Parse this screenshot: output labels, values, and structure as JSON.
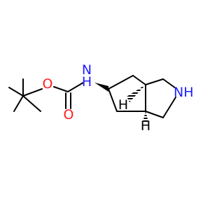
{
  "molecule": {
    "atoms": {
      "nh_carbamate": {
        "label": "N",
        "h_label": "H"
      },
      "o_ester": {
        "label": "O"
      },
      "o_carbonyl": {
        "label": "O"
      },
      "nh_ring": {
        "label": "NH"
      },
      "h_upper": {
        "label": "H"
      },
      "h_lower": {
        "label": "H"
      }
    },
    "colors": {
      "nitrogen": "#1f1fff",
      "oxygen": "#ff1f1f",
      "hydrogen": "#000000",
      "bond": "#000000"
    }
  }
}
